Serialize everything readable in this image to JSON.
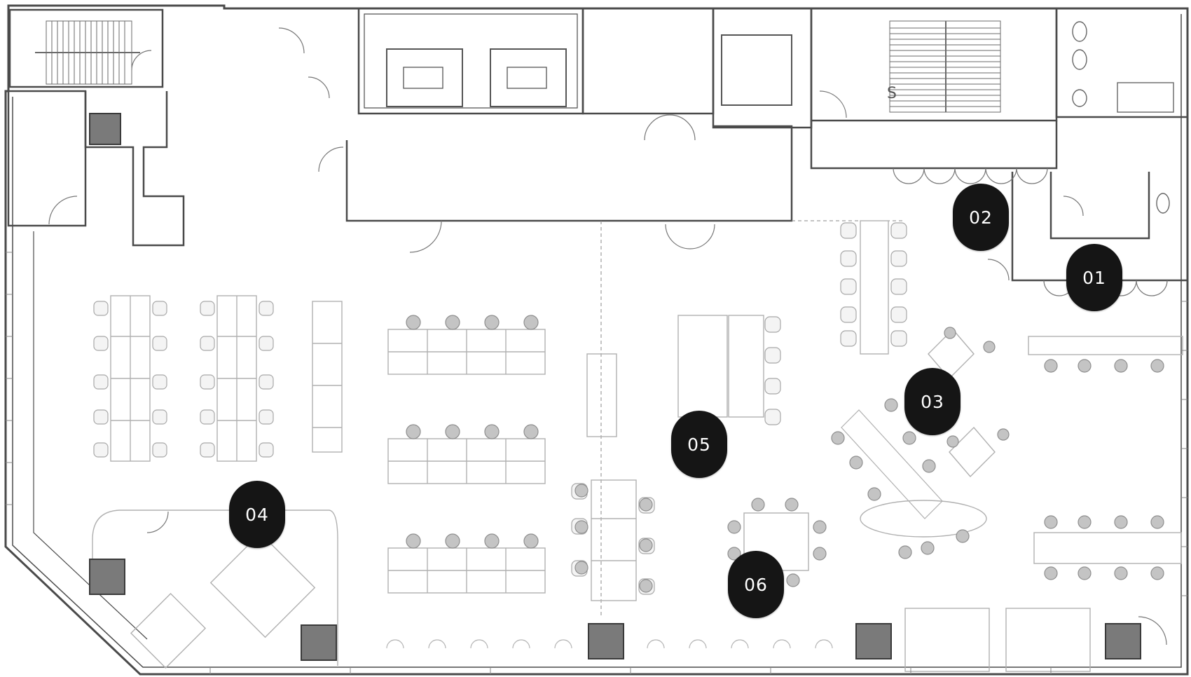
{
  "floor_plan": {
    "zones": [
      {
        "id": "01",
        "label": "01"
      },
      {
        "id": "02",
        "label": "02"
      },
      {
        "id": "03",
        "label": "03"
      },
      {
        "id": "04",
        "label": "04"
      },
      {
        "id": "05",
        "label": "05"
      },
      {
        "id": "06",
        "label": "06"
      }
    ],
    "stair_label": "S",
    "colors": {
      "marker": "#151515",
      "marker_text": "#ffffff",
      "wall": "#4a4a4a",
      "furniture": "#b8b8b8",
      "column": "#7a7a7a"
    }
  }
}
